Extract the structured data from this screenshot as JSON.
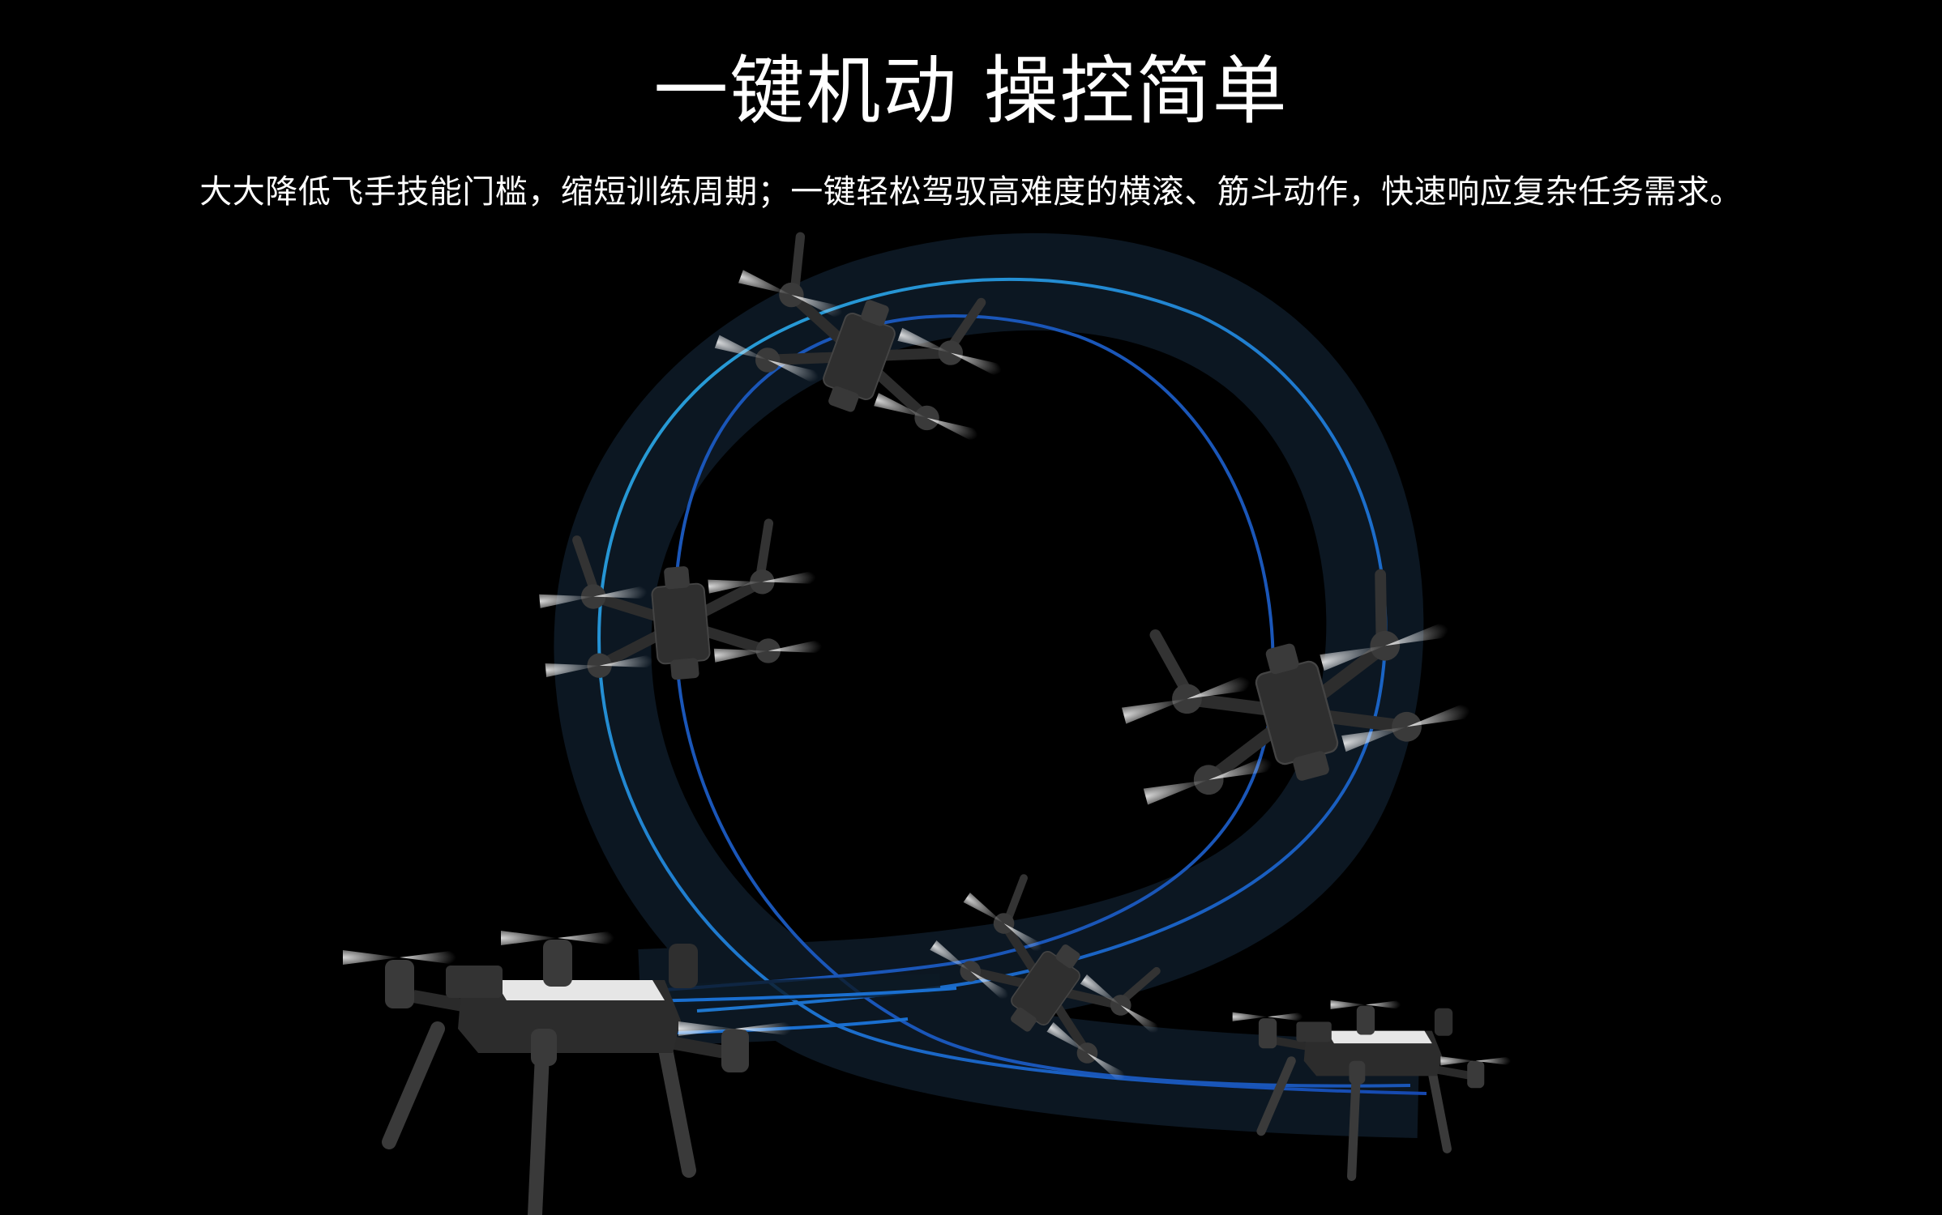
{
  "header": {
    "title": "一键机动 操控简单",
    "subtitle": "大大降低飞手技能门槛，缩短训练周期；一键轻松驾驭高难度的横滚、筋斗动作，快速响应复杂任务需求。"
  },
  "colors": {
    "background": "#000000",
    "text": "#ffffff",
    "ribbon_edge_light": "#1e8fd0",
    "ribbon_edge_dark": "#1a56b8",
    "ribbon_fill": "#0d1a26",
    "drone_body": "#2b2b2b",
    "drone_top_panel": "#e6e6e6"
  },
  "illustration": {
    "description": "loop flight path ribbon with drone in six poses",
    "drones": [
      {
        "pose": "takeoff-left",
        "position": "bottom-left"
      },
      {
        "pose": "rolling-left",
        "position": "left"
      },
      {
        "pose": "inverted-top",
        "position": "top"
      },
      {
        "pose": "banked-right",
        "position": "right"
      },
      {
        "pose": "tilted-bottom",
        "position": "bottom-center"
      },
      {
        "pose": "landing-right",
        "position": "bottom-right"
      }
    ]
  }
}
